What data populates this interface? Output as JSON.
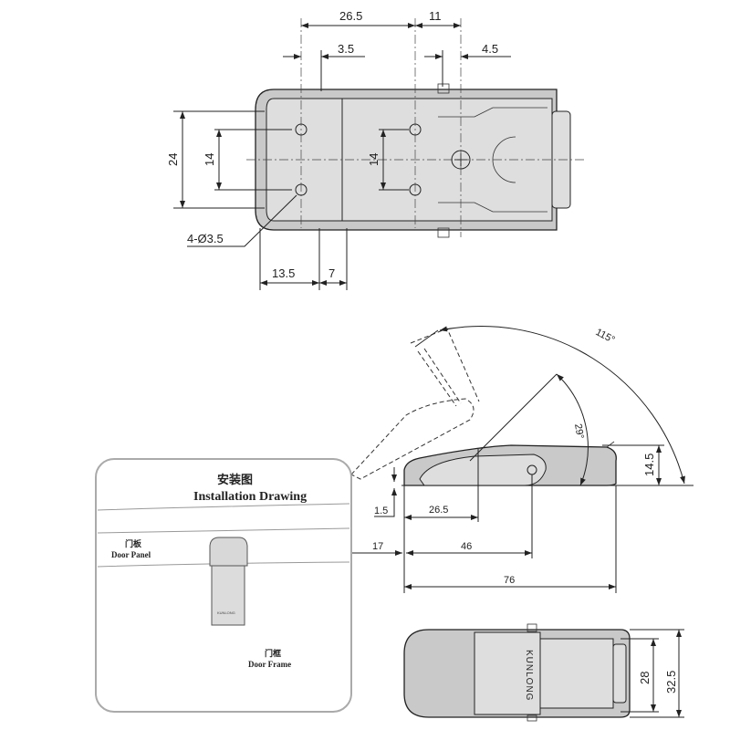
{
  "top_view": {
    "dims": {
      "d26_5": "26.5",
      "d11": "11",
      "d3_5": "3.5",
      "d4_5": "4.5",
      "d24": "24",
      "d14_left": "14",
      "d14_inner": "14",
      "holes": "4-Ø3.5",
      "d13_5": "13.5",
      "d7": "7"
    }
  },
  "side_view": {
    "dims": {
      "angle_open": "115°",
      "angle_small": "29°",
      "d14_5": "14.5",
      "d1_5": "1.5",
      "d26_5": "26.5",
      "d17": "17",
      "d46": "46",
      "d76": "76"
    }
  },
  "bottom_view": {
    "brand": "KUNLONG",
    "dims": {
      "d28": "28",
      "d32_5": "32.5"
    }
  },
  "installation": {
    "title_cn": "安装图",
    "title_en": "Installation Drawing",
    "door_panel_cn": "门板",
    "door_panel_en": "Door Panel",
    "door_frame_cn": "门框",
    "door_frame_en": "Door Frame",
    "mini_label": "KUNLONG"
  }
}
